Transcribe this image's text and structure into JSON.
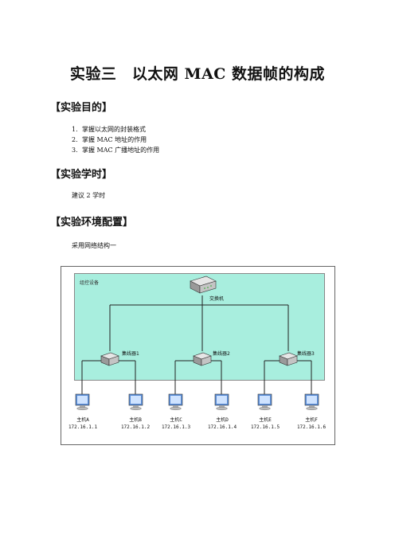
{
  "title": "实验三　以太网 MAC 数据帧的构成",
  "section_goal": "【实验目的】",
  "goals": [
    {
      "num": "1.",
      "text": "掌握以太网的封装格式"
    },
    {
      "num": "2.",
      "text": "掌握 MAC 地址的作用"
    },
    {
      "num": "3.",
      "text": "掌握 MAC 广播地址的作用"
    }
  ],
  "section_hours": "【实验学时】",
  "hours_text": "建议 2 学时",
  "section_env": "【实验环境配置】",
  "env_text": "采用网络结构一",
  "figure": {
    "zone_label": "组控设备",
    "switch_label": "交换机",
    "hubs": [
      "集线器1",
      "集线器2",
      "集线器3"
    ],
    "hosts": [
      {
        "name": "主机A",
        "ip": "172.16.1.1"
      },
      {
        "name": "主机B",
        "ip": "172.16.1.2"
      },
      {
        "name": "主机C",
        "ip": "172.16.1.3"
      },
      {
        "name": "主机D",
        "ip": "172.16.1.4"
      },
      {
        "name": "主机E",
        "ip": "172.16.1.5"
      },
      {
        "name": "主机F",
        "ip": "172.16.1.6"
      }
    ]
  }
}
